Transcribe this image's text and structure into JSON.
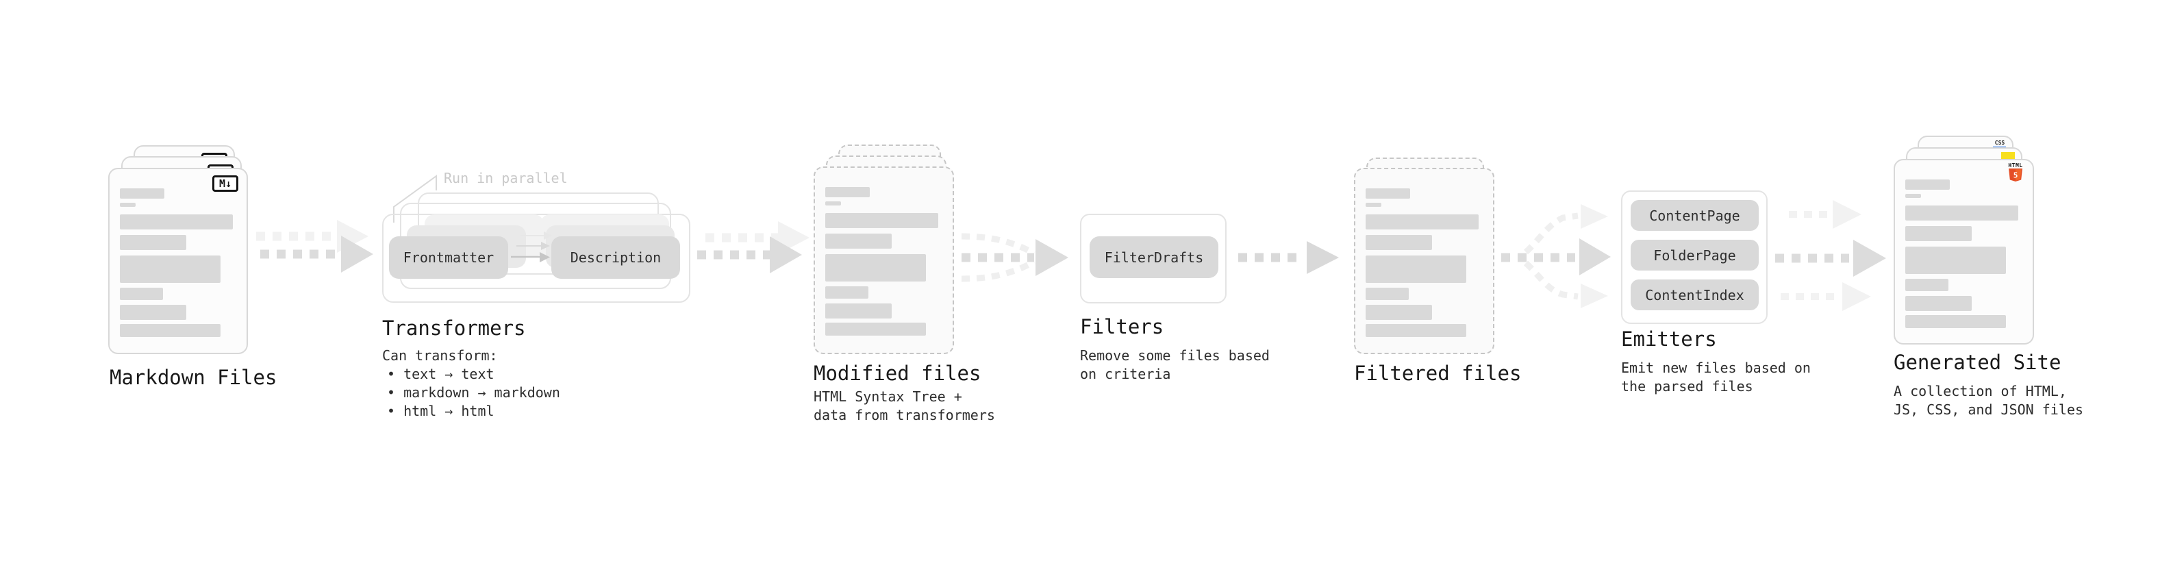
{
  "diagram": {
    "markdown_files": {
      "title": "Markdown Files",
      "badge": "M↓"
    },
    "transformers": {
      "title": "Transformers",
      "note": "Run in parallel",
      "frontmatter": "Frontmatter",
      "description": "Description",
      "heading": "Can transform:",
      "bullets": [
        "• text → text",
        "• markdown → markdown",
        "• html → html"
      ]
    },
    "modified_files": {
      "title": "Modified files",
      "line1": "HTML Syntax Tree +",
      "line2": "data from transformers"
    },
    "filters": {
      "title": "Filters",
      "box": "FilterDrafts",
      "line1": "Remove some files based",
      "line2": "on criteria"
    },
    "filtered_files": {
      "title": "Filtered files"
    },
    "emitters": {
      "title": "Emitters",
      "boxes": [
        "ContentPage",
        "FolderPage",
        "ContentIndex"
      ],
      "line1": "Emit new files based on",
      "line2": "the parsed files"
    },
    "generated_site": {
      "title": "Generated Site",
      "line1": "A collection of HTML,",
      "line2": "JS, CSS, and JSON files",
      "html_badge_label": "HTML",
      "html_badge_number": "5",
      "css_badge_label": "CSS"
    },
    "colors": {
      "html5_orange": "#e44d26",
      "html5_orange_light": "#f16529",
      "js_yellow": "#f7df1e",
      "css_blue": "#1f6feb",
      "arrow_gray": "#dcdcdc",
      "arrow_light": "#f2f2f2",
      "box_gray": "#d9d9d9"
    }
  }
}
